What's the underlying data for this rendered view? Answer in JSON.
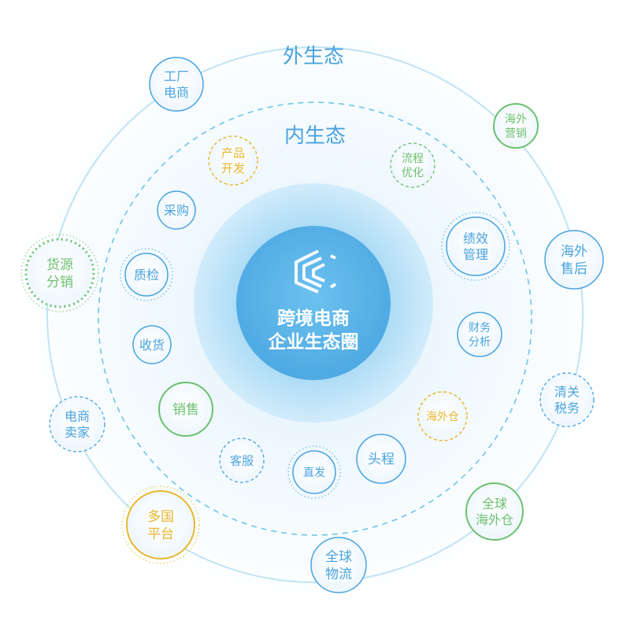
{
  "labels": {
    "outer_ring": "外生态",
    "inner_ring": "内生态",
    "center_line1": "跨境电商",
    "center_line2": "企业生态圈"
  },
  "colors": {
    "blue": "#4aa3df",
    "green": "#6cc070",
    "yellow": "#e8b830",
    "center_dark": "#5bb6e8",
    "center_light": "#a6d9f5"
  },
  "nodes": [
    {
      "id": "factory-ecommerce",
      "lines": [
        "工厂",
        "电商"
      ],
      "style": "blue"
    },
    {
      "id": "overseas-marketing",
      "lines": [
        "海外",
        "营销"
      ],
      "style": "green"
    },
    {
      "id": "overseas-aftersales",
      "lines": [
        "海外",
        "售后"
      ],
      "style": "blue"
    },
    {
      "id": "customs-tax",
      "lines": [
        "清关",
        "税务"
      ],
      "style": "blue-dashed"
    },
    {
      "id": "global-overseas-warehouse",
      "lines": [
        "全球",
        "海外仓"
      ],
      "style": "green"
    },
    {
      "id": "global-logistics",
      "lines": [
        "全球",
        "物流"
      ],
      "style": "blue"
    },
    {
      "id": "multi-country-platform",
      "lines": [
        "多国",
        "平台"
      ],
      "style": "yellow"
    },
    {
      "id": "ecommerce-seller",
      "lines": [
        "电商",
        "卖家"
      ],
      "style": "blue-dashed"
    },
    {
      "id": "source-distribution",
      "lines": [
        "货源",
        "分销"
      ],
      "style": "green-dotted"
    },
    {
      "id": "product-development",
      "lines": [
        "产品",
        "开发"
      ],
      "style": "yellow-dashed"
    },
    {
      "id": "process-optimization",
      "lines": [
        "流程",
        "优化"
      ],
      "style": "green-dashed"
    },
    {
      "id": "procurement",
      "lines": [
        "采购"
      ],
      "style": "blue"
    },
    {
      "id": "performance-management",
      "lines": [
        "绩效",
        "管理"
      ],
      "style": "blue-dotted"
    },
    {
      "id": "quality-inspection",
      "lines": [
        "质检"
      ],
      "style": "blue-dotted"
    },
    {
      "id": "financial-analysis",
      "lines": [
        "财务",
        "分析"
      ],
      "style": "blue"
    },
    {
      "id": "receiving",
      "lines": [
        "收货"
      ],
      "style": "blue"
    },
    {
      "id": "sales",
      "lines": [
        "销售"
      ],
      "style": "green"
    },
    {
      "id": "overseas-warehouse",
      "lines": [
        "海外仓"
      ],
      "style": "yellow-dashed"
    },
    {
      "id": "customer-service",
      "lines": [
        "客服"
      ],
      "style": "blue-dashed"
    },
    {
      "id": "direct-shipping",
      "lines": [
        "直发"
      ],
      "style": "blue-dotted"
    },
    {
      "id": "first-leg",
      "lines": [
        "头程"
      ],
      "style": "blue"
    }
  ]
}
